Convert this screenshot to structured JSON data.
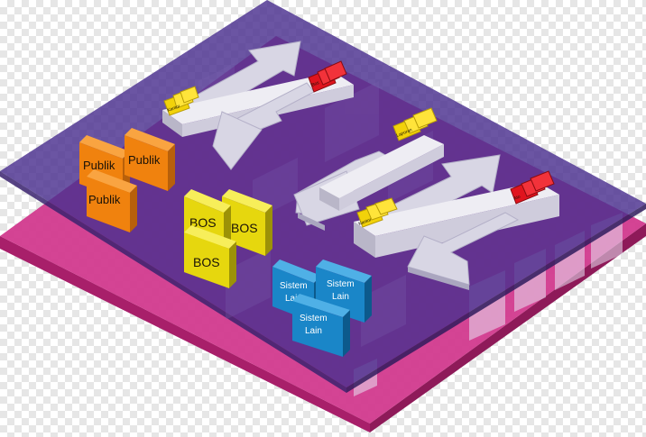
{
  "groups": {
    "publik": [
      "Publik",
      "Publik",
      "Publik"
    ],
    "bos": [
      "BOS",
      "BOS",
      "BOS"
    ],
    "sistem_lain": [
      [
        "Sistem",
        "Lain"
      ],
      [
        "Sistem",
        "Lain"
      ],
      [
        "Sistem",
        "Lain"
      ]
    ]
  },
  "flows": {
    "flow1": {
      "left_label": "Kantor",
      "right_label": "Bos"
    },
    "flow2": {
      "right_label": "Laporan"
    },
    "flow3": {
      "left_label": "Kantor",
      "right_label": "Ato"
    }
  },
  "colors": {
    "top_plane": "#4b2f8f",
    "bottom_plane": "#d23a8e",
    "publik": "#f0820e",
    "bos": "#e6d70e",
    "sistem": "#1a86c8",
    "arrow": "#d8d6e4",
    "chip_yellow": "#f2d20a",
    "chip_red": "#e0141e"
  }
}
